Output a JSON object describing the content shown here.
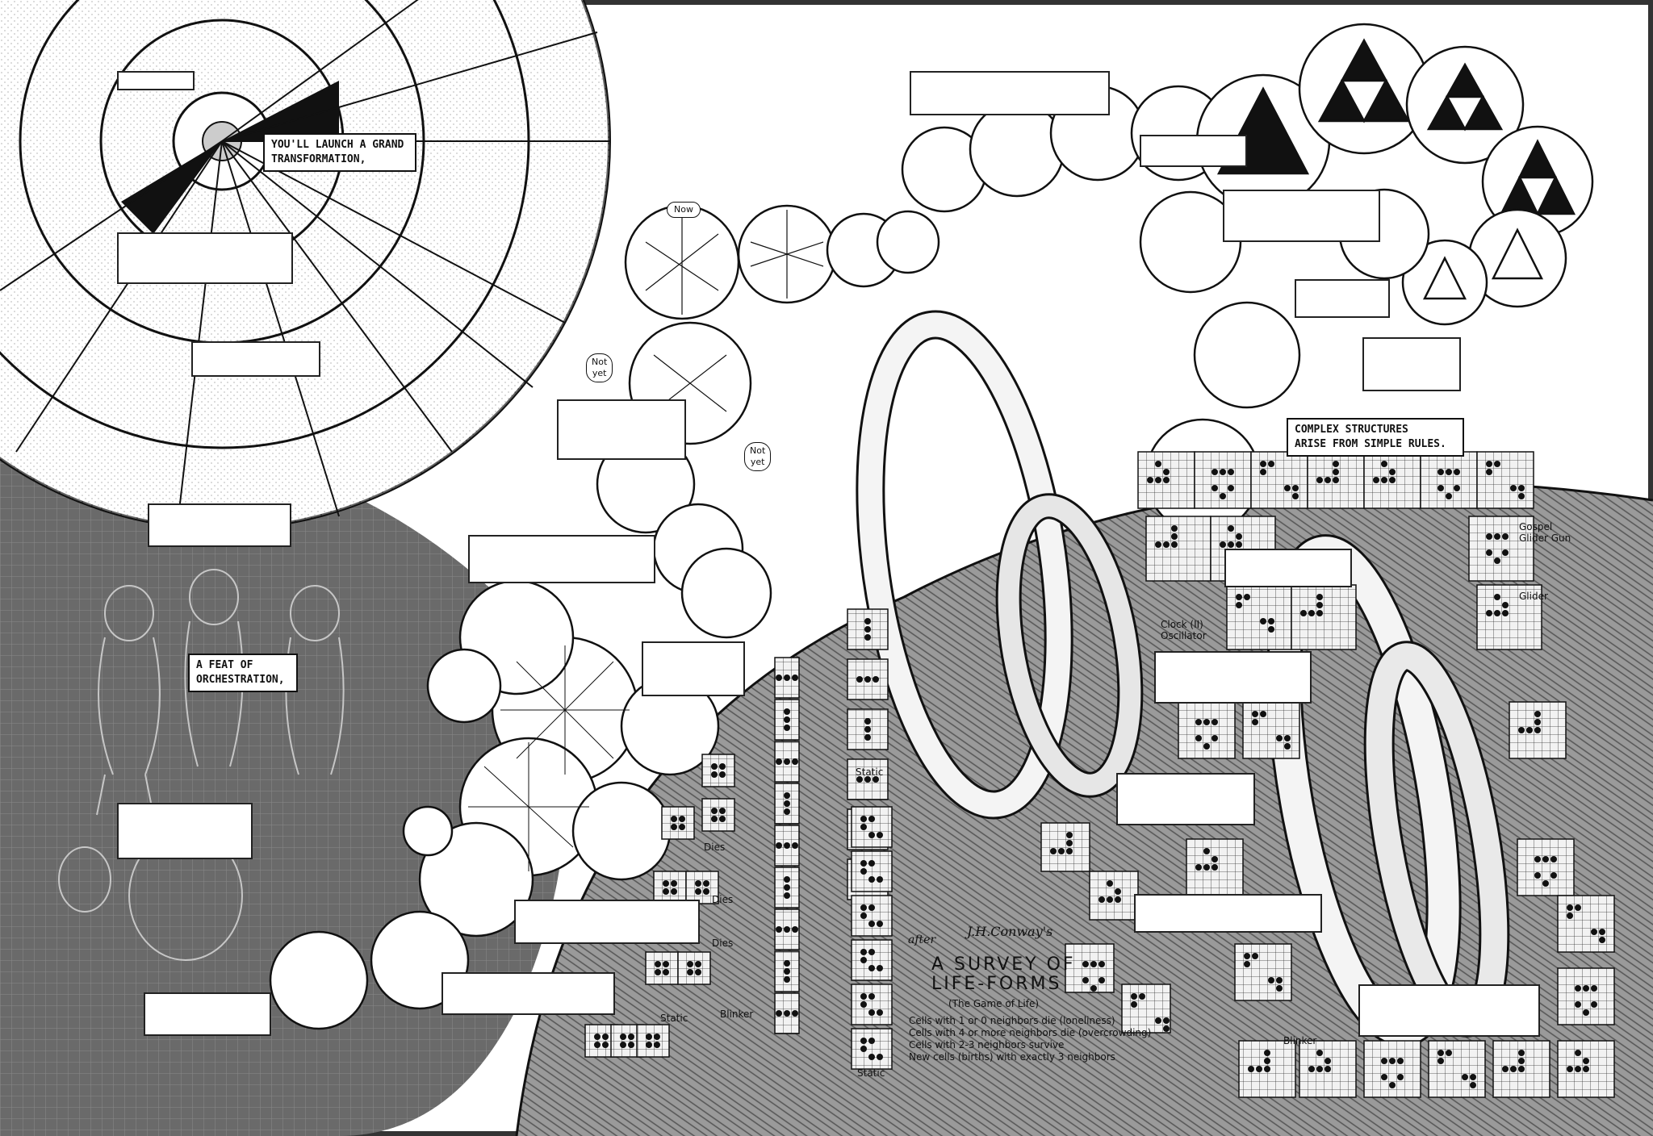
{
  "captions": {
    "grand_transformation": "YOU'LL LAUNCH A GRAND\nTRANSFORMATION,",
    "orchestration": "A FEAT OF\nORCHESTRATION,",
    "complex_structures": "COMPLEX STRUCTURES\nARISE FROM SIMPLE RULES."
  },
  "speech": {
    "now": "Now",
    "not_yet_1": "Not\nyet",
    "not_yet_2": "Not\nyet"
  },
  "life_labels": {
    "gospel_glider_gun": "Gospel\nGlider Gun",
    "glider": "Glider",
    "clock_oscillator": "Clock (II)\nOscillator",
    "static_1": "Static",
    "static_2": "Static",
    "static_3": "Static",
    "dies_1": "Dies",
    "dies_2": "Dies",
    "dies_3": "Dies",
    "blinker_1": "Blinker",
    "blinker_2": "Blinker"
  },
  "survey_title": {
    "after": "after",
    "author": "J.H.Conway's",
    "title": "A SURVEY OF\nLIFE-FORMS",
    "subtitle": "(The Game of Life)"
  },
  "rules": [
    "Cells with 1 or 0 neighbors die (loneliness)",
    "Cells with 4 or more neighbors die (overcrowding)",
    "Cells with 2-3 neighbors survive",
    "New cells (births) with exactly 3 neighbors"
  ],
  "colors": {
    "ink": "#111111",
    "paper": "#ffffff",
    "gray_grid": "#6a6a6a",
    "hatch_gray": "#8c8c8c",
    "cell_fill": "#f2f2f2"
  }
}
